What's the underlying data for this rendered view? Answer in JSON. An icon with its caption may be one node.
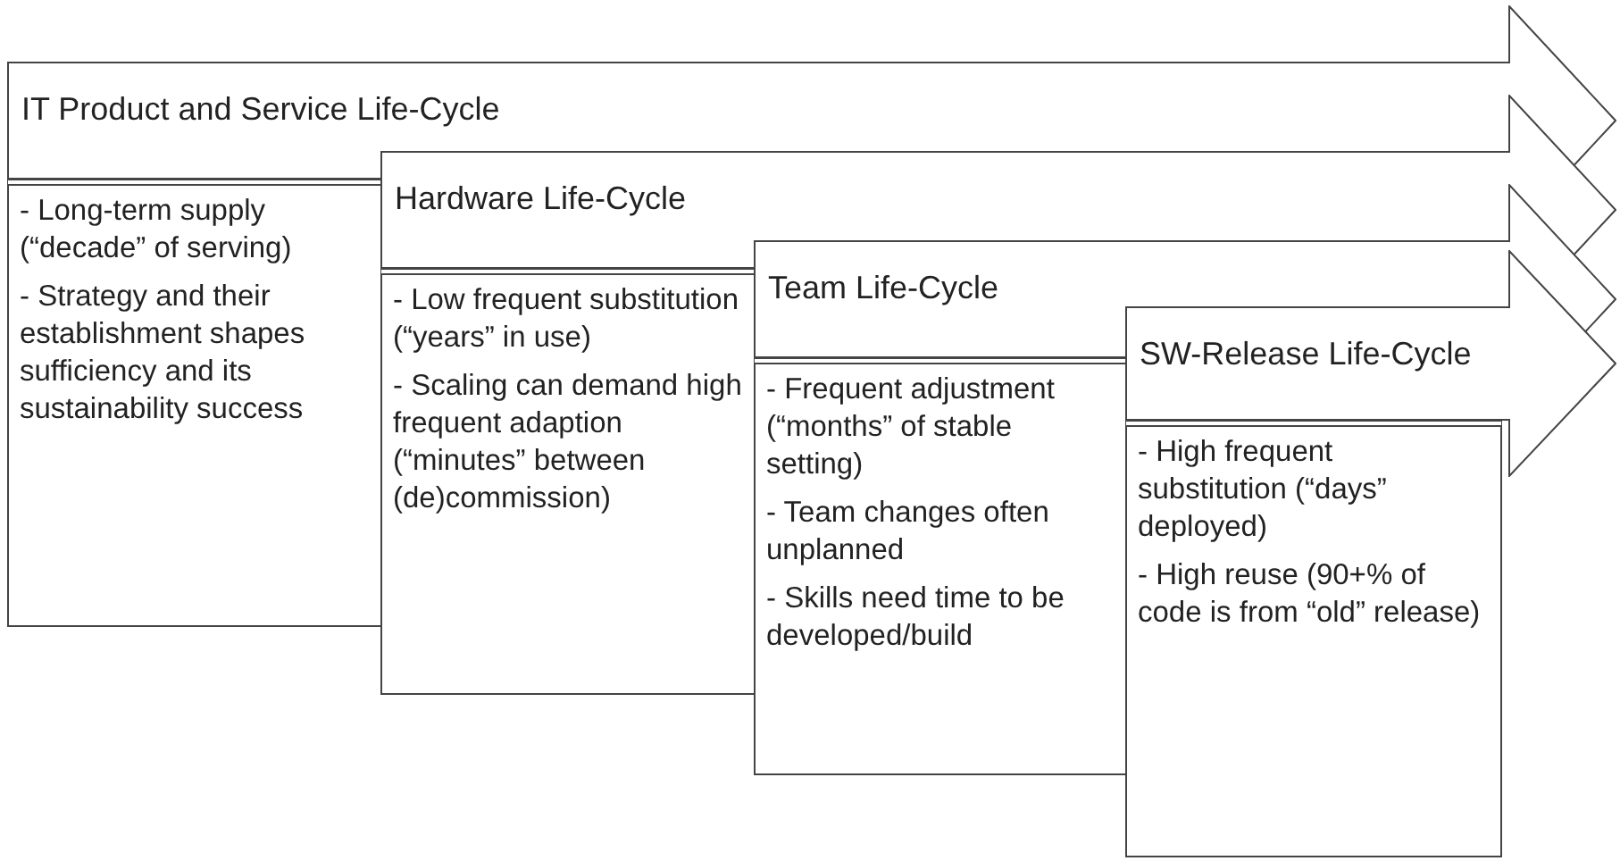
{
  "diagram": {
    "nodes": [
      {
        "text": [
          "IT Product and Service Life-Cycle"
        ]
      },
      {
        "text": [
          "- Long-term supply (“decade” of serving)",
          "- Strategy and their establishment shapes sufficiency and its sustainability success"
        ]
      },
      {
        "text": [
          "Hardware Life-Cycle"
        ]
      },
      {
        "text": [
          "- Low frequent substitution (“years” in use)",
          "- Scaling can demand high frequent adaption (“minutes” between (de)commission)"
        ]
      },
      {
        "text": [
          "Team Life-Cycle"
        ]
      },
      {
        "text": [
          "- Frequent adjustment (“months” of stable setting)",
          "- Team changes often unplanned",
          "- Skills need time to be developed/build"
        ]
      },
      {
        "text": [
          "SW-Release Life-Cycle"
        ]
      },
      {
        "text": [
          "- High frequent substitution (“days” deployed)",
          "- High reuse (90+% of code is from “old” release)"
        ]
      }
    ]
  }
}
